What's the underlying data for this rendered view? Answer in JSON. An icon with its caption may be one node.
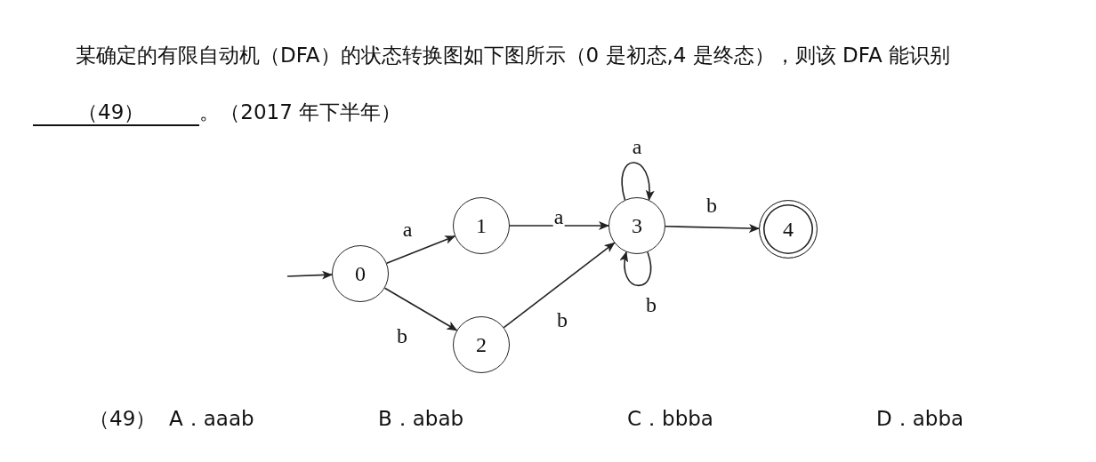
{
  "diagram": {
    "nodes": [
      {
        "text": [
          "0"
        ]
      },
      {
        "text": [
          "1"
        ]
      },
      {
        "text": [
          "2"
        ]
      },
      {
        "text": [
          "3"
        ]
      },
      {
        "text": [
          "4"
        ]
      }
    ],
    "edges": [
      {
        "from": null,
        "to": 0,
        "arrow": "to"
      },
      {
        "from": 0,
        "to": 1,
        "arrow": "to",
        "label": "a"
      },
      {
        "from": 0,
        "to": 2,
        "arrow": "to",
        "label": "b"
      },
      {
        "from": 1,
        "to": 3,
        "arrow": "to",
        "label": "a"
      },
      {
        "from": 2,
        "to": 3,
        "arrow": "to",
        "label": "b"
      },
      {
        "from": 3,
        "to": 3,
        "arrow": "to",
        "label": "a"
      },
      {
        "from": 3,
        "to": 3,
        "arrow": "to",
        "label": "b"
      },
      {
        "from": 3,
        "to": 4,
        "arrow": "to",
        "label": "b"
      }
    ],
    "labels": [
      "某确定的有限自动机（DFA）的状态转换图如下图所示（0 是初态,4 是终态），则该 DFA 能识别",
      "（49）",
      "。（2017 年下半年）",
      "（49）",
      "A．aaab",
      "B．abab",
      "C．bbba",
      "D．abba"
    ]
  }
}
